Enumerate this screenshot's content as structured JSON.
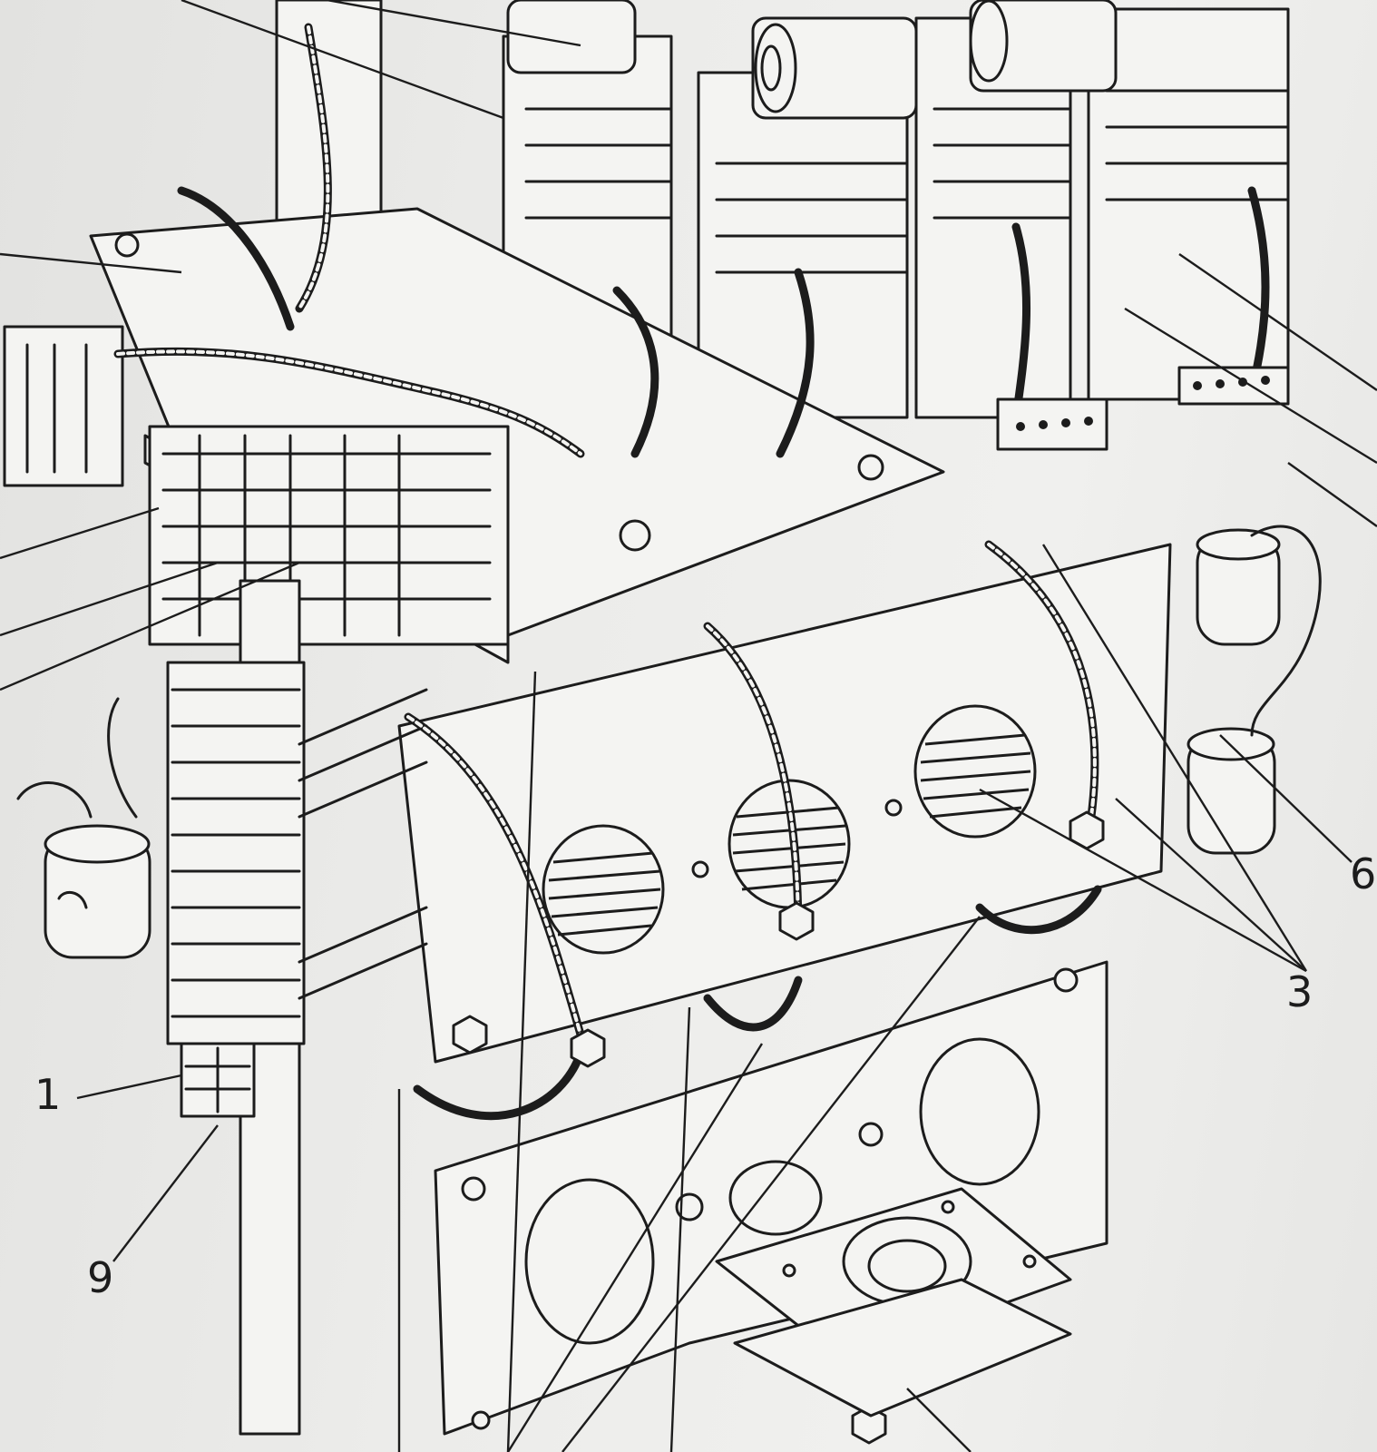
{
  "diagram": {
    "kind": "exploded technical line drawing of stacked heatsink and wiring assembly",
    "callouts": {
      "c1": "1",
      "c9": "9",
      "c3": "3",
      "c6": "6"
    }
  },
  "colors": {
    "ink": "#1c1c1c",
    "paper": "#ececea"
  }
}
